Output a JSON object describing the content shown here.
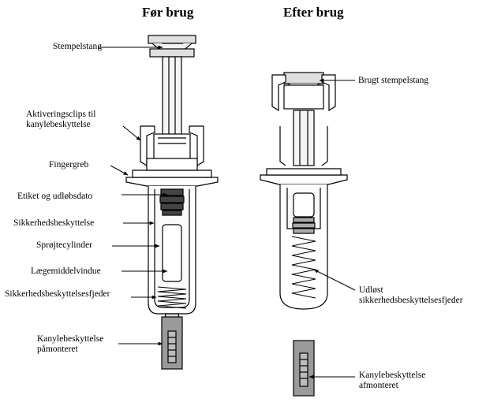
{
  "headings": {
    "before": "Før brug",
    "after": "Efter brug"
  },
  "labels": {
    "plunger_rod": "Stempelstang",
    "activation_clips_1": "Aktiveringsclips til",
    "activation_clips_2": "kanylebeskyttelse",
    "finger_grip": "Fingergreb",
    "label_expiry": "Etiket og udløbsdato",
    "safety_guard": "Sikkerhedsbeskyttelse",
    "syringe_barrel": "Sprøjtecylinder",
    "medicine_window": "Lægemiddelvindue",
    "guard_springs": "Sikkerhedsbeskyttelsesfjeder",
    "needle_cover_on_1": "Kanylebeskyttelse",
    "needle_cover_on_2": "påmonteret",
    "used_plunger_rod": "Brugt stempelstang",
    "released_springs_1": "Udløst",
    "released_springs_2": "sikkerhedsbeskyttelsesfjeder",
    "needle_cover_off_1": "Kanylebeskyttelse",
    "needle_cover_off_2": "afmonteret"
  }
}
